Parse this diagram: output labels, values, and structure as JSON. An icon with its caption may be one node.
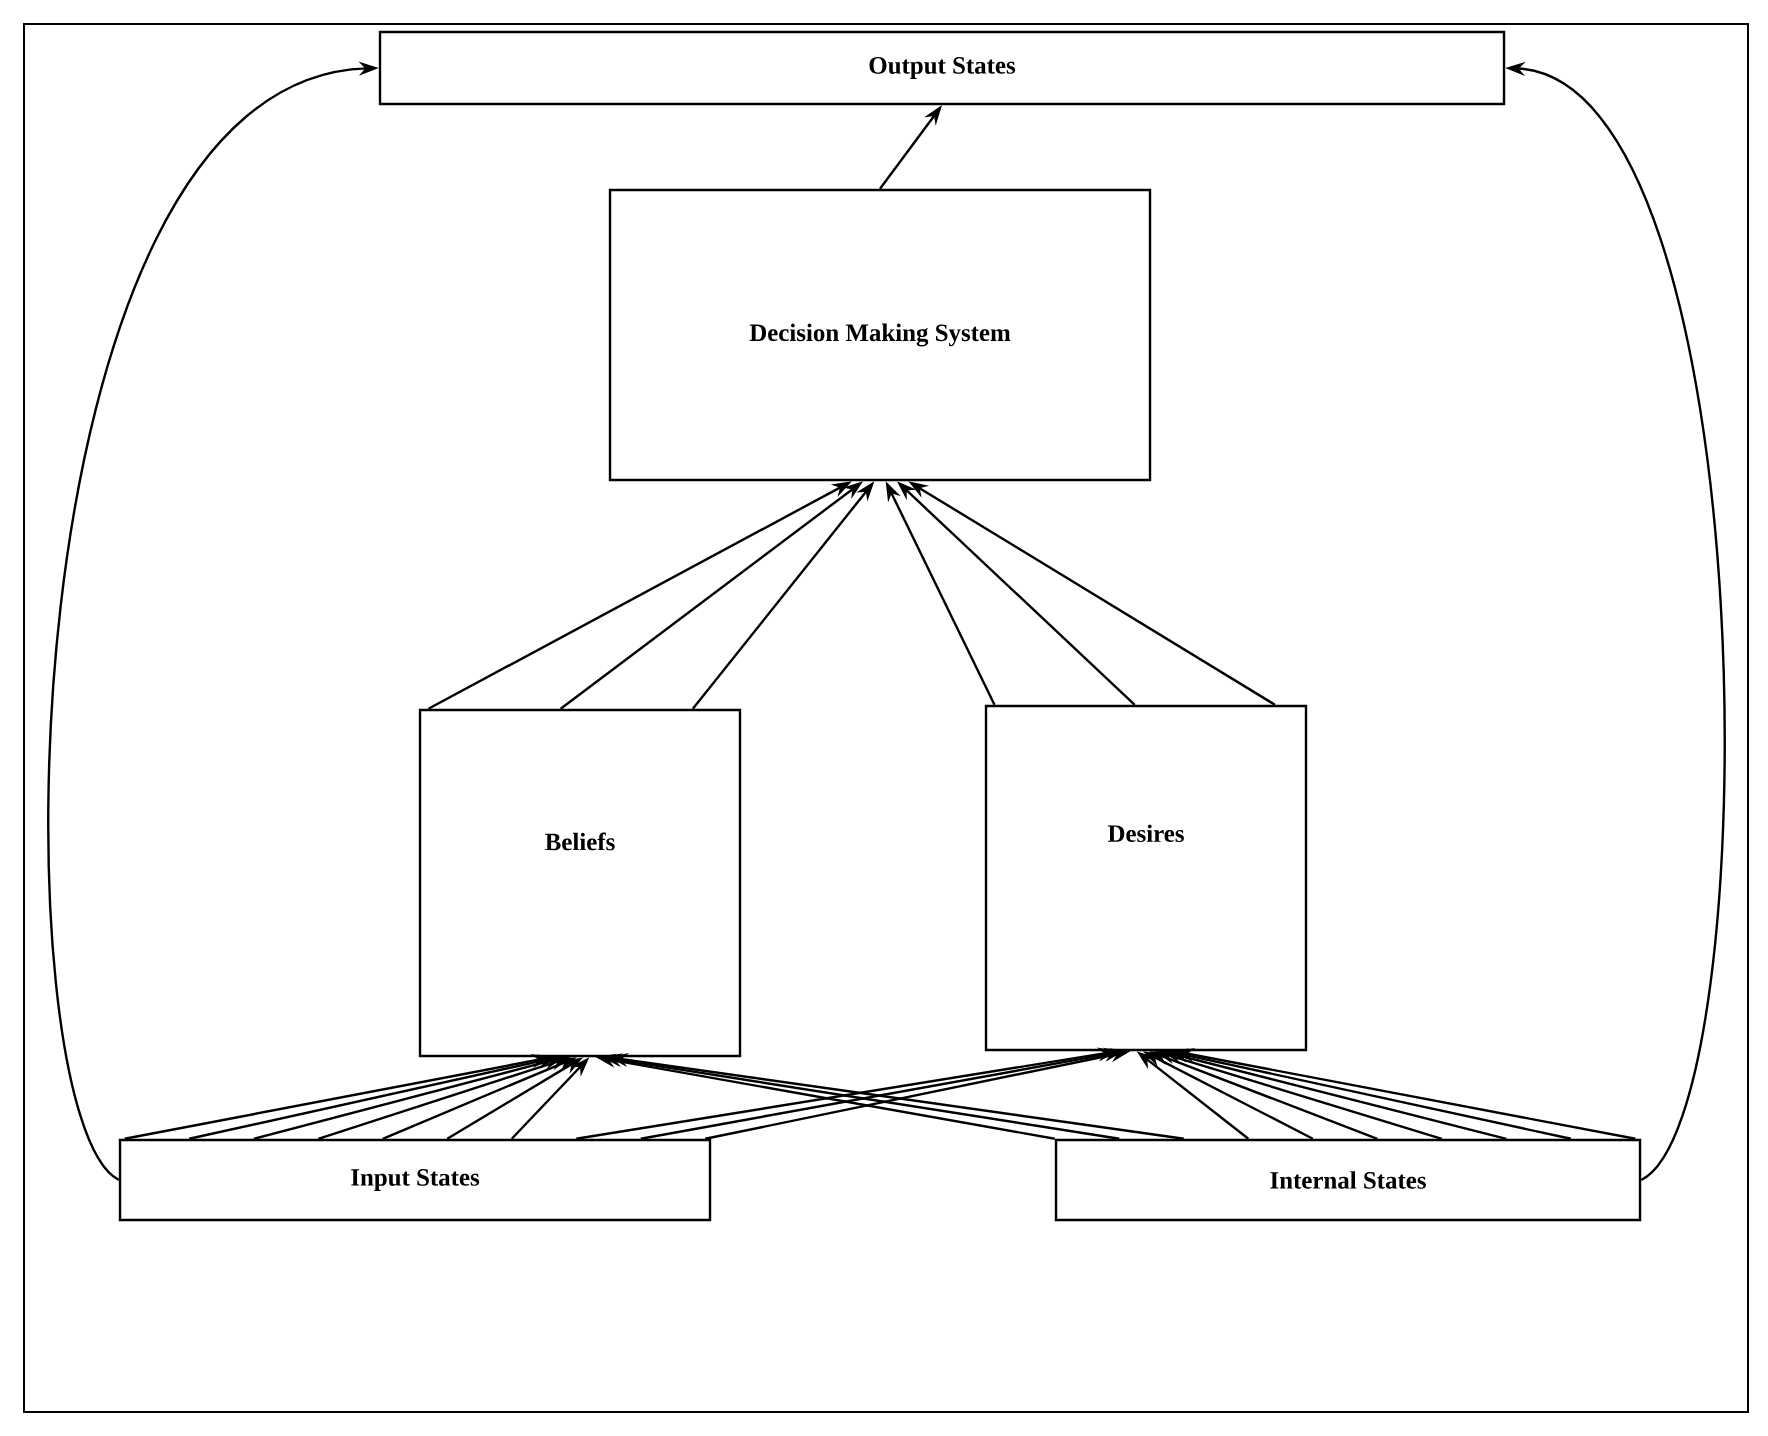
{
  "diagram": {
    "nodes": [
      {
        "text": [
          "Output States"
        ]
      },
      {
        "text": [
          "Decision Making System"
        ]
      },
      {
        "text": [
          "Beliefs"
        ]
      },
      {
        "text": [
          "Desires"
        ]
      },
      {
        "text": [
          "Input States"
        ]
      },
      {
        "text": [
          "Internal States"
        ]
      }
    ],
    "edges": [
      {
        "from": 1,
        "to": 0,
        "arrow": "to"
      },
      {
        "from": 4,
        "to": 0,
        "arrow": "to"
      },
      {
        "from": 5,
        "to": 0,
        "arrow": "to"
      },
      {
        "from": 2,
        "to": 1,
        "arrow": "to"
      },
      {
        "from": 2,
        "to": 1,
        "arrow": "to"
      },
      {
        "from": 2,
        "to": 1,
        "arrow": "to"
      },
      {
        "from": 3,
        "to": 1,
        "arrow": "to"
      },
      {
        "from": 3,
        "to": 1,
        "arrow": "to"
      },
      {
        "from": 3,
        "to": 1,
        "arrow": "to"
      },
      {
        "from": 4,
        "to": 2,
        "arrow": "to"
      },
      {
        "from": 4,
        "to": 2,
        "arrow": "to"
      },
      {
        "from": 4,
        "to": 2,
        "arrow": "to"
      },
      {
        "from": 4,
        "to": 2,
        "arrow": "to"
      },
      {
        "from": 4,
        "to": 2,
        "arrow": "to"
      },
      {
        "from": 4,
        "to": 2,
        "arrow": "to"
      },
      {
        "from": 4,
        "to": 2,
        "arrow": "to"
      },
      {
        "from": 4,
        "to": 3,
        "arrow": "to"
      },
      {
        "from": 4,
        "to": 3,
        "arrow": "to"
      },
      {
        "from": 4,
        "to": 3,
        "arrow": "to"
      },
      {
        "from": 5,
        "to": 2,
        "arrow": "to"
      },
      {
        "from": 5,
        "to": 2,
        "arrow": "to"
      },
      {
        "from": 5,
        "to": 2,
        "arrow": "to"
      },
      {
        "from": 5,
        "to": 3,
        "arrow": "to"
      },
      {
        "from": 5,
        "to": 3,
        "arrow": "to"
      },
      {
        "from": 5,
        "to": 3,
        "arrow": "to"
      },
      {
        "from": 5,
        "to": 3,
        "arrow": "to"
      },
      {
        "from": 5,
        "to": 3,
        "arrow": "to"
      },
      {
        "from": 5,
        "to": 3,
        "arrow": "to"
      },
      {
        "from": 5,
        "to": 3,
        "arrow": "to"
      }
    ]
  }
}
